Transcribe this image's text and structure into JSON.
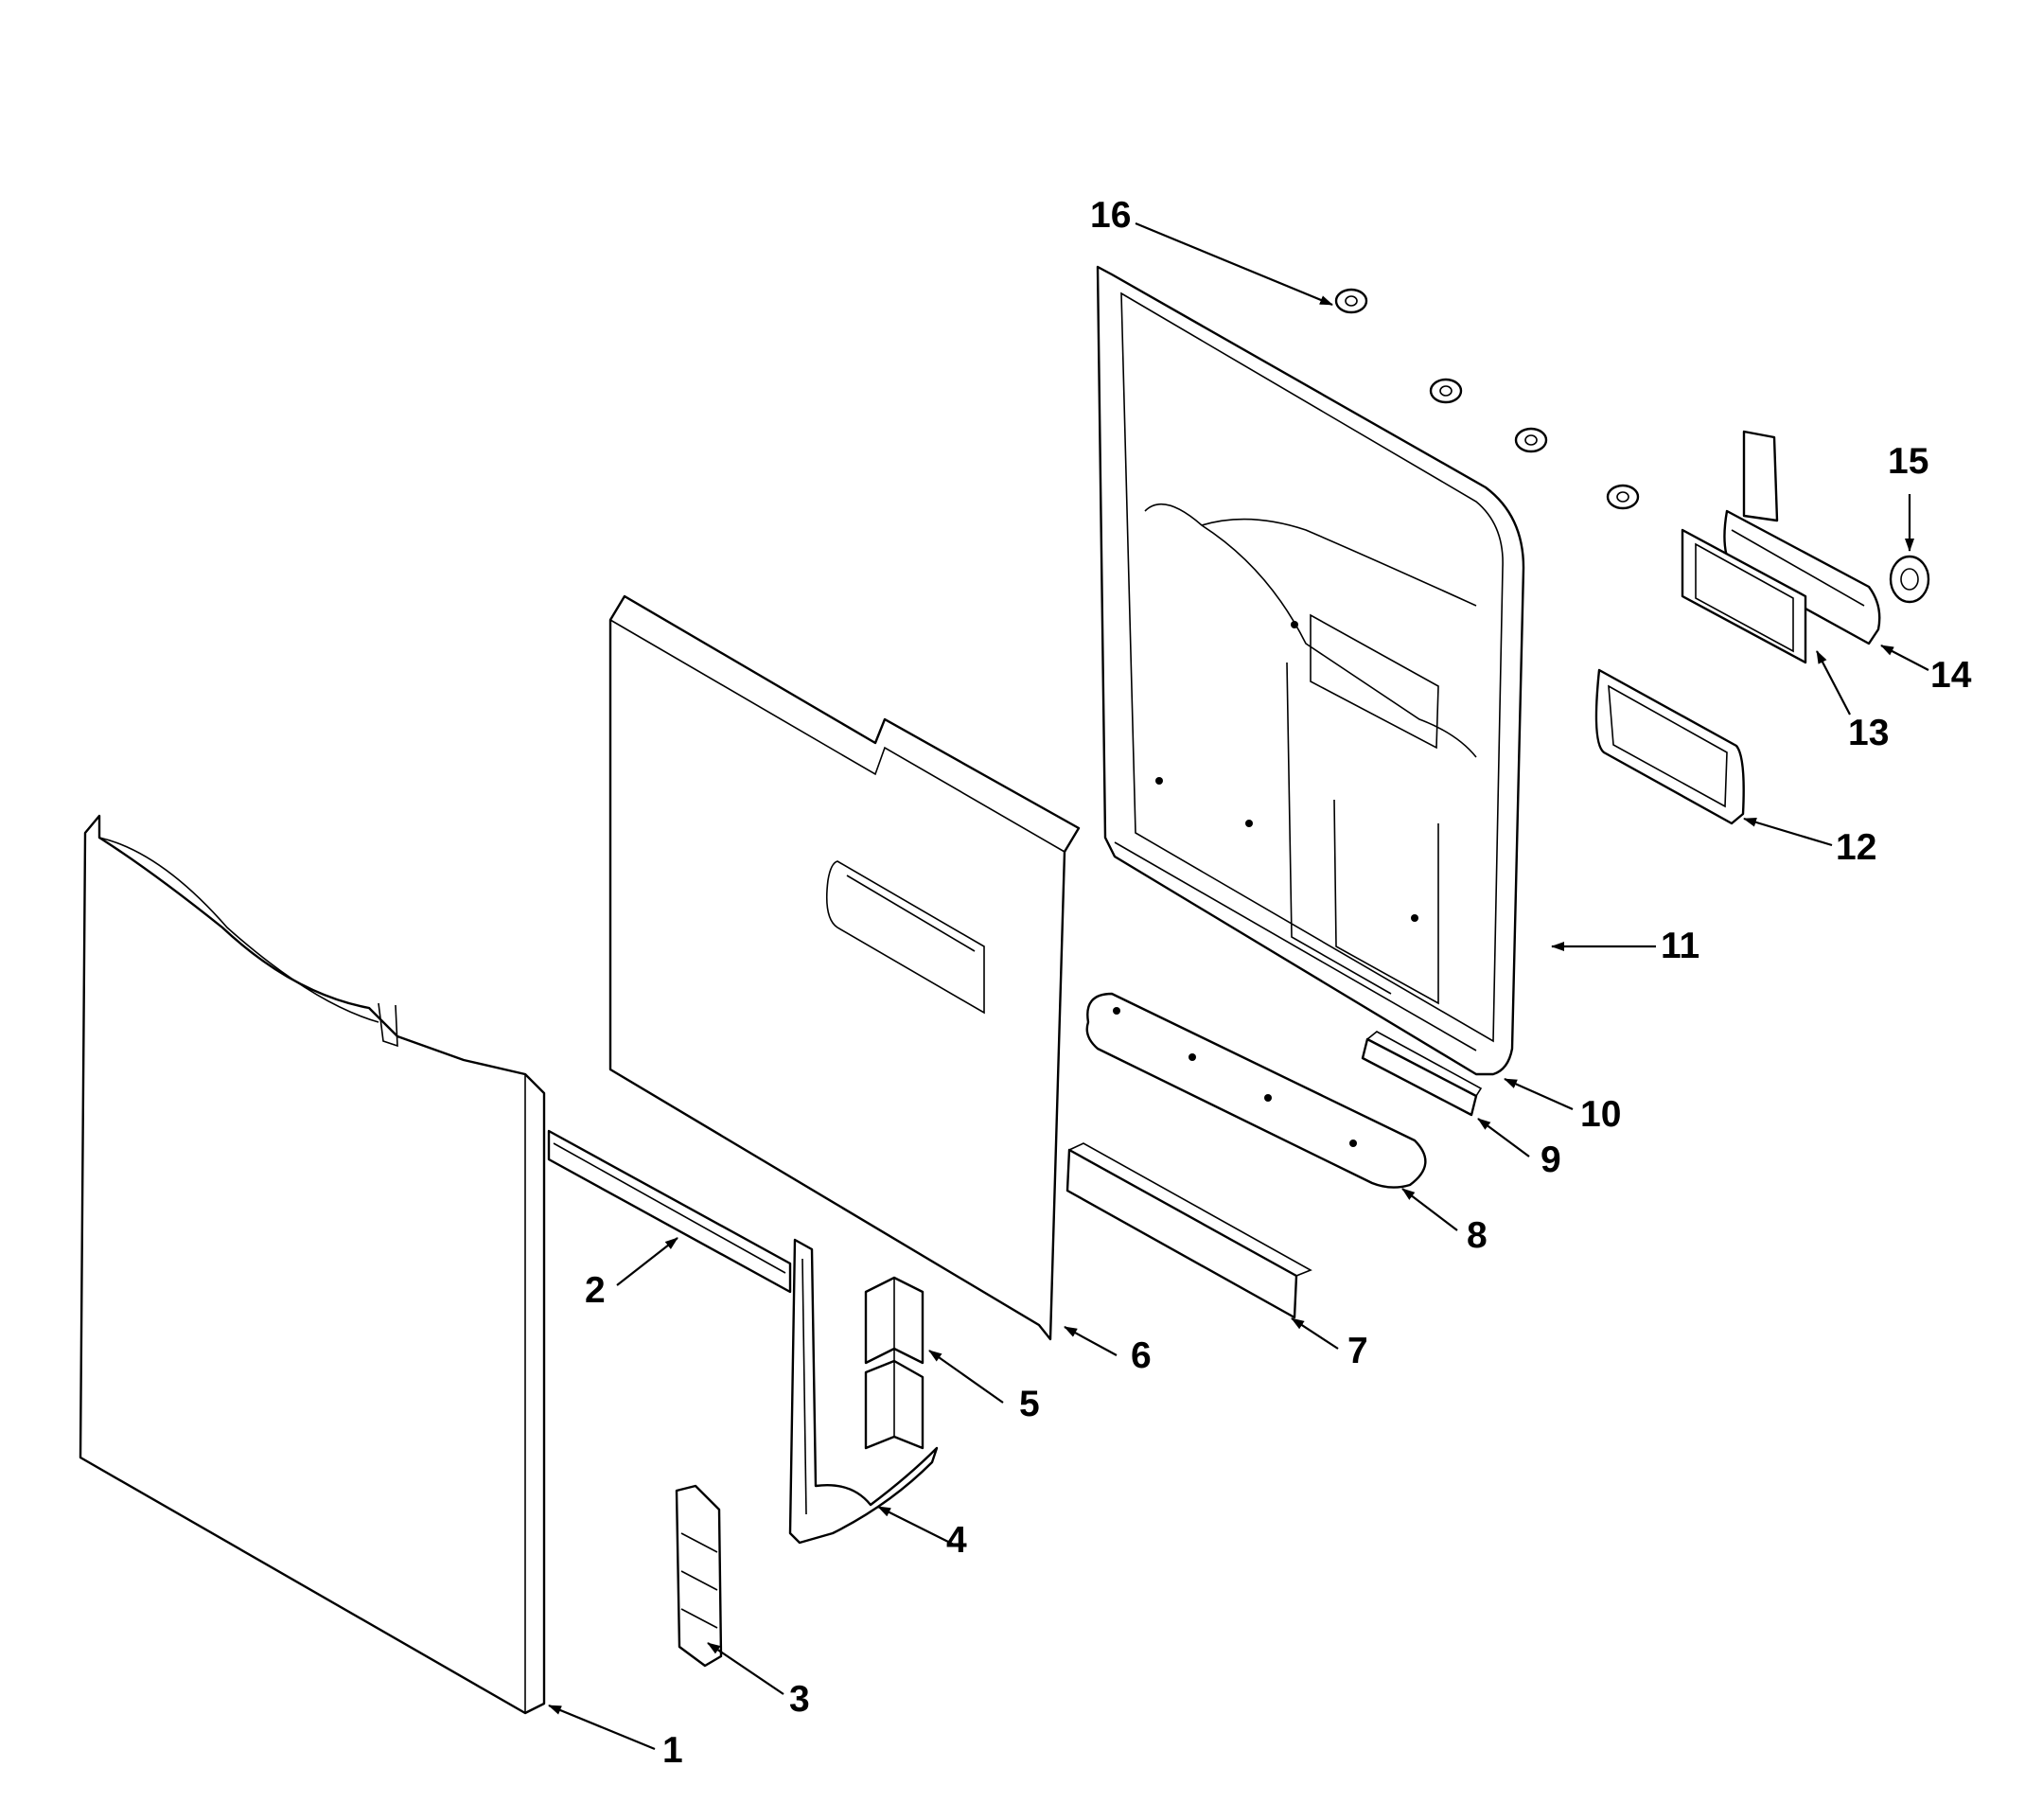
{
  "diagram": {
    "type": "exploded parts diagram",
    "callouts": [
      {
        "id": "1",
        "label": "1"
      },
      {
        "id": "2",
        "label": "2"
      },
      {
        "id": "3",
        "label": "3"
      },
      {
        "id": "4",
        "label": "4"
      },
      {
        "id": "5",
        "label": "5"
      },
      {
        "id": "6",
        "label": "6"
      },
      {
        "id": "7",
        "label": "7"
      },
      {
        "id": "8",
        "label": "8"
      },
      {
        "id": "9",
        "label": "9"
      },
      {
        "id": "10",
        "label": "10"
      },
      {
        "id": "11",
        "label": "11"
      },
      {
        "id": "12",
        "label": "12"
      },
      {
        "id": "13",
        "label": "13"
      },
      {
        "id": "14",
        "label": "14"
      },
      {
        "id": "15",
        "label": "15"
      },
      {
        "id": "16",
        "label": "16"
      }
    ]
  }
}
